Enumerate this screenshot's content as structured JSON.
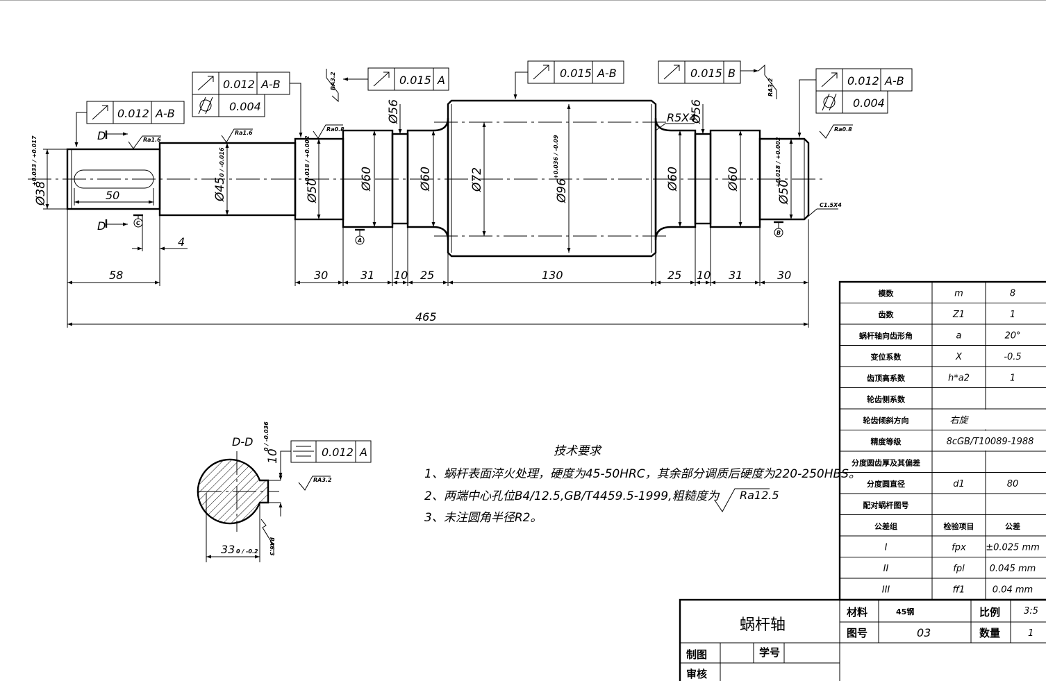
{
  "drawing": {
    "title": "蜗杆轴",
    "dimensions": {
      "len_58": "58",
      "len_4": "4",
      "len_30a": "30",
      "len_31a": "31",
      "len_10a": "10",
      "len_25a": "25",
      "len_130": "130",
      "len_25b": "25",
      "len_10b": "10",
      "len_31b": "31",
      "len_30b": "30",
      "len_465": "465",
      "key_50": "50",
      "dia_38": "Ø38",
      "dia_38_tol": "+0.033 / +0.017",
      "dia_45": "Ø45",
      "dia_45_tol": "0 / -0.016",
      "dia_50a": "Ø50",
      "dia_50a_tol": "+0.018 / +0.002",
      "dia_60a": "Ø60",
      "dia_60b": "Ø60",
      "dia_72": "Ø72",
      "dia_96": "Ø96",
      "dia_96_tol": "+0.036 / -0.09",
      "dia_60c": "Ø60",
      "dia_60d": "Ø60",
      "dia_50b": "Ø50",
      "dia_50b_tol": "+0.018 / +0.002",
      "dia_56a": "Ø56",
      "dia_56b": "Ø56",
      "r5x4": "R5X4",
      "c15x4": "C1.5X4"
    },
    "tolerances": {
      "fc1": {
        "value": "0.012",
        "datum": "A-B"
      },
      "fc2a": {
        "value": "0.012",
        "datum": "A-B"
      },
      "fc2b": {
        "value": "0.004"
      },
      "fc3": {
        "value": "0.015",
        "datum": "A"
      },
      "fc4": {
        "value": "0.015",
        "datum": "A-B"
      },
      "fc5": {
        "value": "0.015",
        "datum": "B"
      },
      "fc6a": {
        "value": "0.012",
        "datum": "A-B"
      },
      "fc6b": {
        "value": "0.004"
      },
      "fc7": {
        "value": "0.012",
        "datum": "A"
      }
    },
    "roughness": {
      "r1": "Ra1.6",
      "r2": "Ra1.6",
      "r3": "Ra0.8",
      "r4": "RA3.2",
      "r5": "RA3.2",
      "r6": "Ra0.8",
      "r7": "RA3.2",
      "r8": "RA6.3"
    },
    "datums": {
      "a": "A",
      "b": "B",
      "c": "C",
      "d_upper": "D",
      "d_lower": "D"
    },
    "section": {
      "label": "D-D",
      "width": "33",
      "width_tol": "0 / -0.2",
      "key_depth": "10",
      "key_depth_tol": "0 / -0.036"
    }
  },
  "notes": {
    "heading": "技术要求",
    "line1": "1、蜗杆表面淬火处理，硬度为45-50HRC，其余部分调质后硬度为220-250HBS。",
    "line2": "2、两端中心孔位B4/12.5,GB/T4459.5-1999,粗糙度为",
    "line2_ra": "Ra12.5",
    "line3": "3、未注圆角半径R2。"
  },
  "params": [
    {
      "name": "模数",
      "sym": "m",
      "val": "8"
    },
    {
      "name": "齿数",
      "sym": "Z1",
      "val": "1"
    },
    {
      "name": "蜗杆轴向齿形角",
      "sym": "a",
      "val": "20°"
    },
    {
      "name": "变位系数",
      "sym": "X",
      "val": "-0.5"
    },
    {
      "name": "齿顶高系数",
      "sym": "h*a2",
      "val": "1"
    },
    {
      "name": "轮齿侧系数",
      "sym": "",
      "val": ""
    },
    {
      "name": "轮齿倾斜方向",
      "sym": "右旋",
      "val": ""
    },
    {
      "name": "精度等级",
      "sym": "8cGB/T10089-1988",
      "val": ""
    },
    {
      "name": "分度圆齿厚及其偏差",
      "sym": "",
      "val": ""
    },
    {
      "name": "分度圆直径",
      "sym": "d1",
      "val": "80"
    },
    {
      "name": "配对蜗杆图号",
      "sym": "",
      "val": ""
    },
    {
      "name": "公差组",
      "sym": "检验项目",
      "val": "公差"
    },
    {
      "name": "I",
      "sym": "fpx",
      "val": "±0.025 mm"
    },
    {
      "name": "II",
      "sym": "fpl",
      "val": "0.045 mm"
    },
    {
      "name": "III",
      "sym": "ff1",
      "val": "0.04 mm"
    }
  ],
  "titleblock": {
    "name": "蜗杆轴",
    "material_label": "材料",
    "material": "45钢",
    "scale_label": "比例",
    "scale": "3:5",
    "drawing_no_label": "图号",
    "drawing_no": "03",
    "qty_label": "数量",
    "qty": "1",
    "drawn_label": "制图",
    "student_no_label": "学号",
    "checked_label": "审核"
  }
}
